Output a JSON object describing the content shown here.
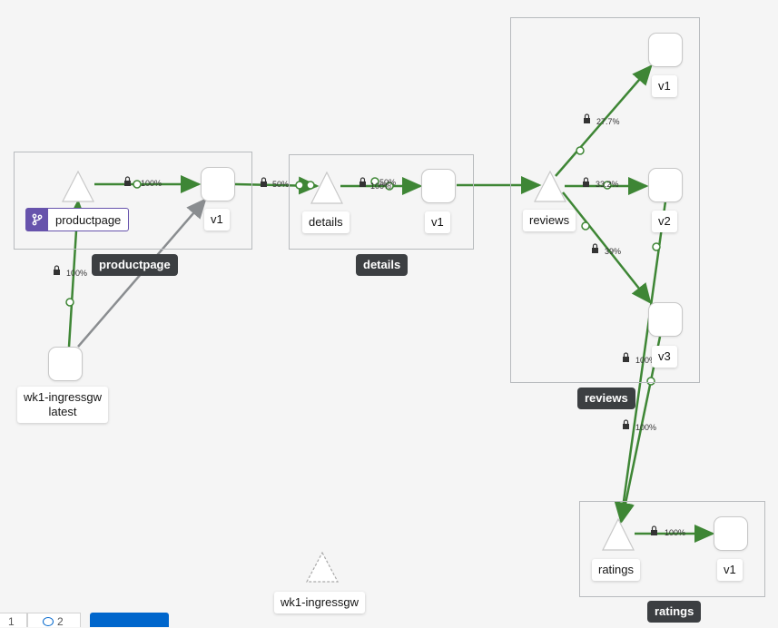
{
  "graph": {
    "boxes": {
      "productpage": "productpage",
      "details": "details",
      "reviews": "reviews",
      "ratings": "ratings"
    },
    "nodes": {
      "productpage_app": "productpage",
      "productpage_v1": "v1",
      "details_service": "details",
      "details_v1": "v1",
      "reviews_service": "reviews",
      "reviews_v1": "v1",
      "reviews_v2": "v2",
      "reviews_v3": "v3",
      "ratings_service": "ratings",
      "ratings_v1": "v1",
      "ingress_workload_line1": "wk1-ingressgw",
      "ingress_workload_line2": "latest",
      "ingress_service": "wk1-ingressgw"
    },
    "edges": {
      "ingress_to_productpage": "100%",
      "productpage_to_v1": "100%",
      "productpage_to_details": "50%",
      "details_to_v1": "100%",
      "details_partial": "50%",
      "reviews_to_v1": "27.7%",
      "reviews_to_v2": "33.2%",
      "reviews_to_v3": "39%",
      "v2_to_ratings": "100%",
      "v3_to_ratings": "100%",
      "ratings_to_v1": "100%"
    },
    "colors": {
      "healthy_edge": "#3e8635",
      "unknown_edge": "#8a8d90",
      "app_badge": "#6753ac"
    },
    "icons": {
      "lock": "lock-icon",
      "app": "git-branch-icon"
    }
  },
  "toolbar": {
    "item1_count": "1",
    "item2_count": "2"
  }
}
